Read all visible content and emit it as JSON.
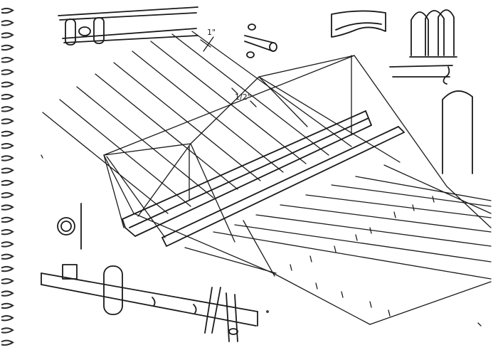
{
  "annotations": {
    "thickness_label": "1\"",
    "spacing_label": "1/2\""
  },
  "colors": {
    "paper": "#ffffff",
    "ink": "#1a1a1a",
    "binding_wire": "#2b2b2b"
  },
  "binding": {
    "ring_count": 28
  }
}
